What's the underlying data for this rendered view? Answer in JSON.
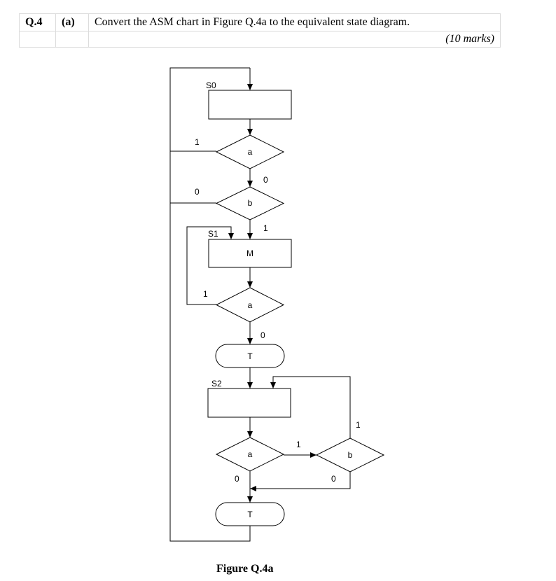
{
  "question": {
    "number": "Q.4",
    "part": "(a)",
    "text": "Convert the ASM chart in Figure Q.4a to the equivalent state diagram.",
    "marks": "(10 marks)"
  },
  "figure": {
    "caption": "Figure Q.4a",
    "states": {
      "s0": "S0",
      "s1": "S1",
      "s2": "S2"
    },
    "boxes": {
      "s1_output": "M"
    },
    "conditions": {
      "a1": "a",
      "b1": "b",
      "a2": "a",
      "a3": "a",
      "b2": "b"
    },
    "conditional_outputs": {
      "t1": "T",
      "t2": "T"
    },
    "branch_labels": {
      "a1_true": "1",
      "a1_false": "0",
      "b1_false": "0",
      "b1_true": "1",
      "a2_true": "1",
      "a2_false": "0",
      "a3_true": "1",
      "a3_false": "0",
      "b2_true": "1",
      "b2_false": "0"
    }
  }
}
